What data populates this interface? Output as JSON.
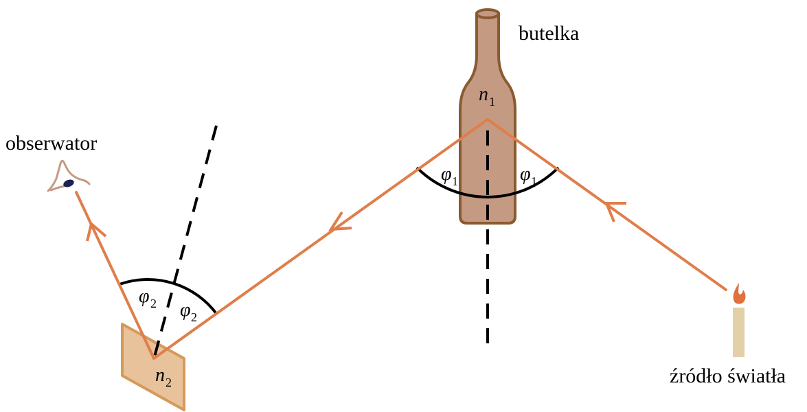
{
  "labels": {
    "bottle": "butelka",
    "observer": "obserwator",
    "light_source": "źródło światła"
  },
  "symbols": {
    "n1_main": "n",
    "n1_sub": "1",
    "n2_main": "n",
    "n2_sub": "2",
    "phi1_main": "φ",
    "phi1_sub": "1",
    "phi2_main": "φ",
    "phi2_sub": "2"
  },
  "colors": {
    "ray": "#E07E4A",
    "bottle_fill": "#C49A82",
    "bottle_stroke": "#8A5A30",
    "mirror_fill": "#E8C29A",
    "mirror_stroke": "#D49A5A",
    "candle": "#E2D0A8",
    "flame": "#E0703C",
    "dashed_line": "#000000",
    "arc": "#000000"
  },
  "icons": {
    "observer": "eye-icon",
    "light_source": "candle-icon",
    "object": "bottle-icon",
    "reflector": "mirror-plate-icon"
  }
}
